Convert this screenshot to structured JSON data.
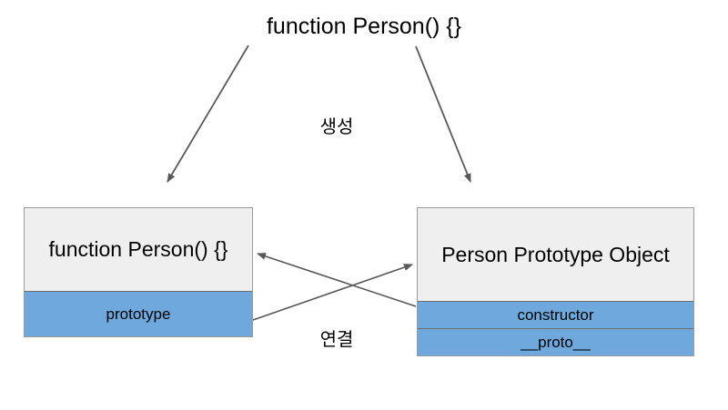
{
  "diagram": {
    "title": "function Person() {}",
    "background_color": "#ffffff",
    "accent_blue": "#6fa8dc",
    "header_gray": "#efefef",
    "line_color": "#595959",
    "labels": {
      "create": "생성",
      "link": "연결"
    },
    "nodes": [
      {
        "id": "function-person",
        "header": "function Person() {}",
        "rows": [
          "prototype"
        ]
      },
      {
        "id": "person-prototype-object",
        "header": "Person Prototype Object",
        "rows": [
          "constructor",
          "__proto__"
        ]
      }
    ],
    "arrows": [
      {
        "id": "create-to-function",
        "label": "생성",
        "from": "function Person() {}",
        "to": "function Person() {}"
      },
      {
        "id": "create-to-prototype",
        "label": "생성",
        "from": "function Person() {}",
        "to": "Person Prototype Object"
      },
      {
        "id": "prototype-to-object",
        "label": "연결",
        "from": "prototype",
        "to": "Person Prototype Object"
      },
      {
        "id": "constructor-to-function",
        "label": "연결",
        "from": "constructor",
        "to": "function Person() {}"
      }
    ]
  }
}
